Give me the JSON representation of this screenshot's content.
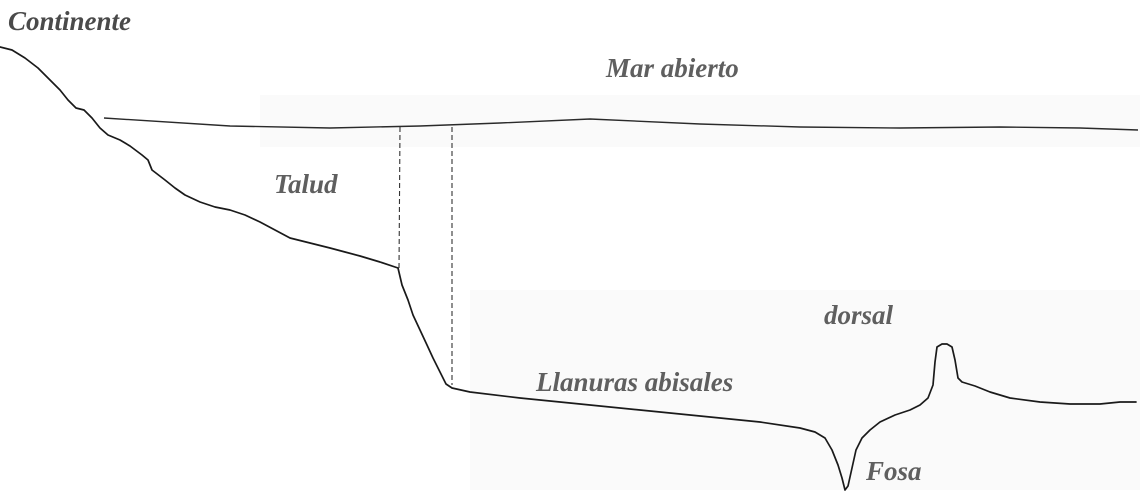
{
  "labels": {
    "continente": "Continente",
    "mar_abierto": "Mar abierto",
    "talud": "Talud",
    "llanuras_abisales": "Llanuras abisales",
    "dorsal": "dorsal",
    "fosa": "Fosa"
  }
}
